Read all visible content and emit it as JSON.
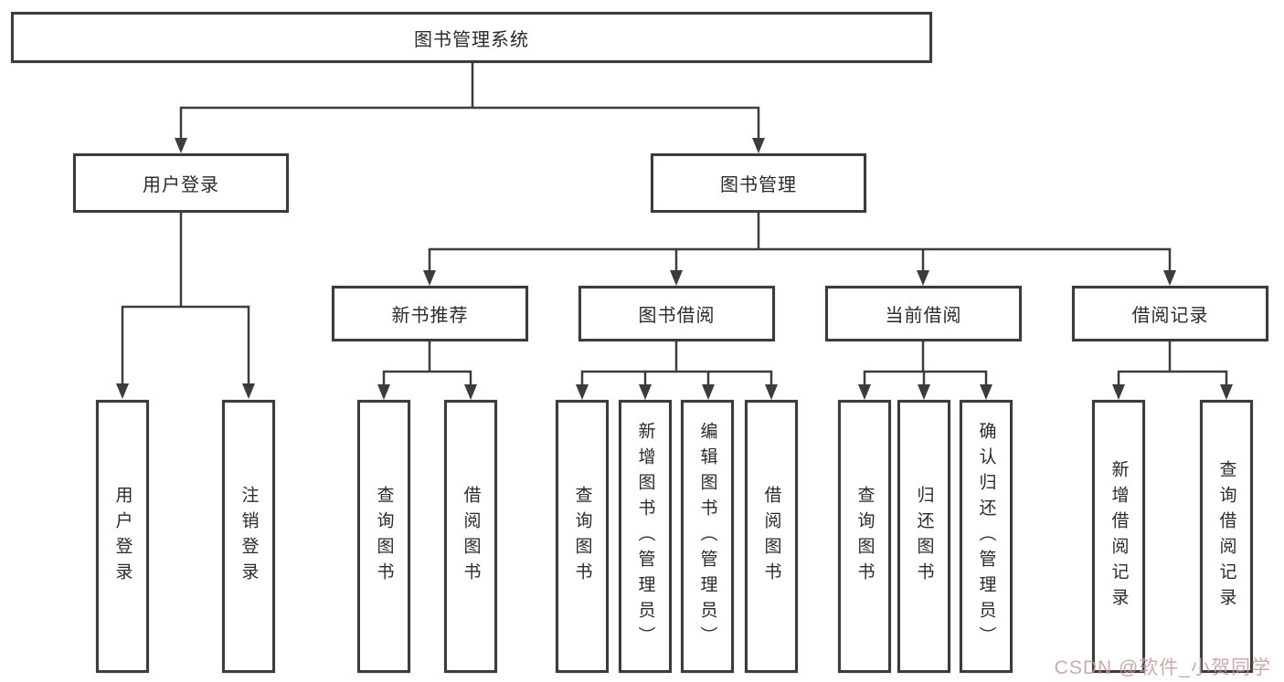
{
  "diagram": {
    "root": {
      "label": "图书管理系统"
    },
    "branches": [
      {
        "label": "用户登录",
        "children": [
          {
            "label": "用户登录"
          },
          {
            "label": "注销登录"
          }
        ]
      },
      {
        "label": "图书管理",
        "groups": [
          {
            "label": "新书推荐",
            "children": [
              {
                "label": "查询图书"
              },
              {
                "label": "借阅图书"
              }
            ]
          },
          {
            "label": "图书借阅",
            "children": [
              {
                "label": "查询图书"
              },
              {
                "label": "新增图书（管理员）"
              },
              {
                "label": "编辑图书（管理员）"
              },
              {
                "label": "借阅图书"
              }
            ]
          },
          {
            "label": "当前借阅",
            "children": [
              {
                "label": "查询图书"
              },
              {
                "label": "归还图书"
              },
              {
                "label": "确认归还（管理员）"
              }
            ]
          },
          {
            "label": "借阅记录",
            "children": [
              {
                "label": "新增借阅记录"
              },
              {
                "label": "查询借阅记录"
              }
            ]
          }
        ]
      }
    ]
  },
  "watermark": {
    "text": "CSDN @软件_小贺同学"
  },
  "colors": {
    "line": "#3c3c3c",
    "text": "#2b2b2b",
    "background": "#ffffff",
    "watermark": "#c79b9b"
  }
}
